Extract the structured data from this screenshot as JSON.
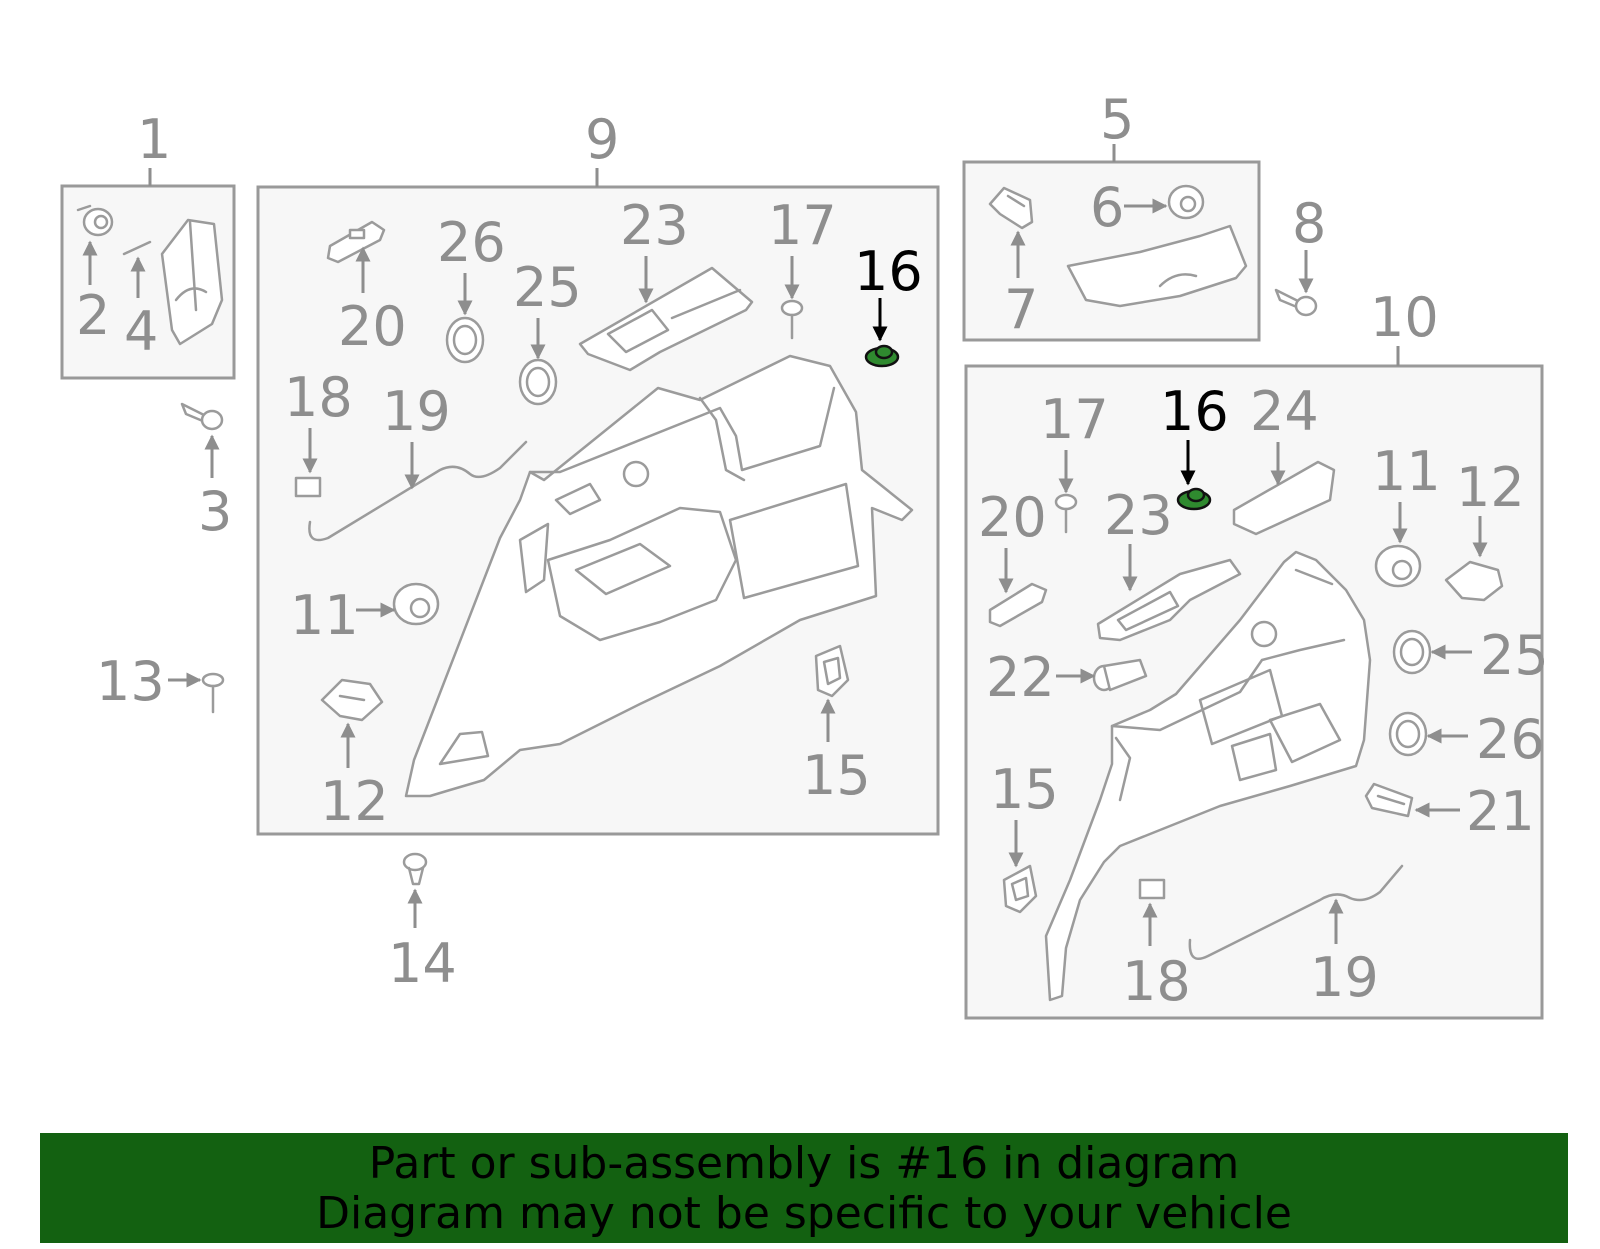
{
  "labels": {
    "l1": "1",
    "l2": "2",
    "l3": "3",
    "l4": "4",
    "l5": "5",
    "l6": "6",
    "l7": "7",
    "l8": "8",
    "l9": "9",
    "l10": "10",
    "l11a": "11",
    "l11b": "11",
    "l12a": "12",
    "l12b": "12",
    "l13": "13",
    "l14": "14",
    "l15a": "15",
    "l15b": "15",
    "l16a": "16",
    "l16b": "16",
    "l17a": "17",
    "l17b": "17",
    "l18a": "18",
    "l18b": "18",
    "l19a": "19",
    "l19b": "19",
    "l20a": "20",
    "l20b": "20",
    "l21": "21",
    "l22": "22",
    "l23a": "23",
    "l23b": "23",
    "l24": "24",
    "l25a": "25",
    "l25b": "25",
    "l26a": "26",
    "l26b": "26"
  },
  "banner": {
    "line1": "Part or sub-assembly is #16 in diagram",
    "line2": "Diagram may not be specific to your vehicle"
  },
  "colors": {
    "highlight_part": "#2f8a2f",
    "banner_bg": "#136111",
    "label_gray": "#8e8e8e"
  }
}
